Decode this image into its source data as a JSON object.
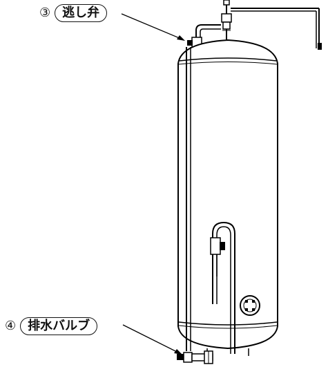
{
  "labels": [
    {
      "number": "③",
      "text": "逃し弁"
    },
    {
      "number": "④",
      "text": "排水バルブ"
    }
  ]
}
